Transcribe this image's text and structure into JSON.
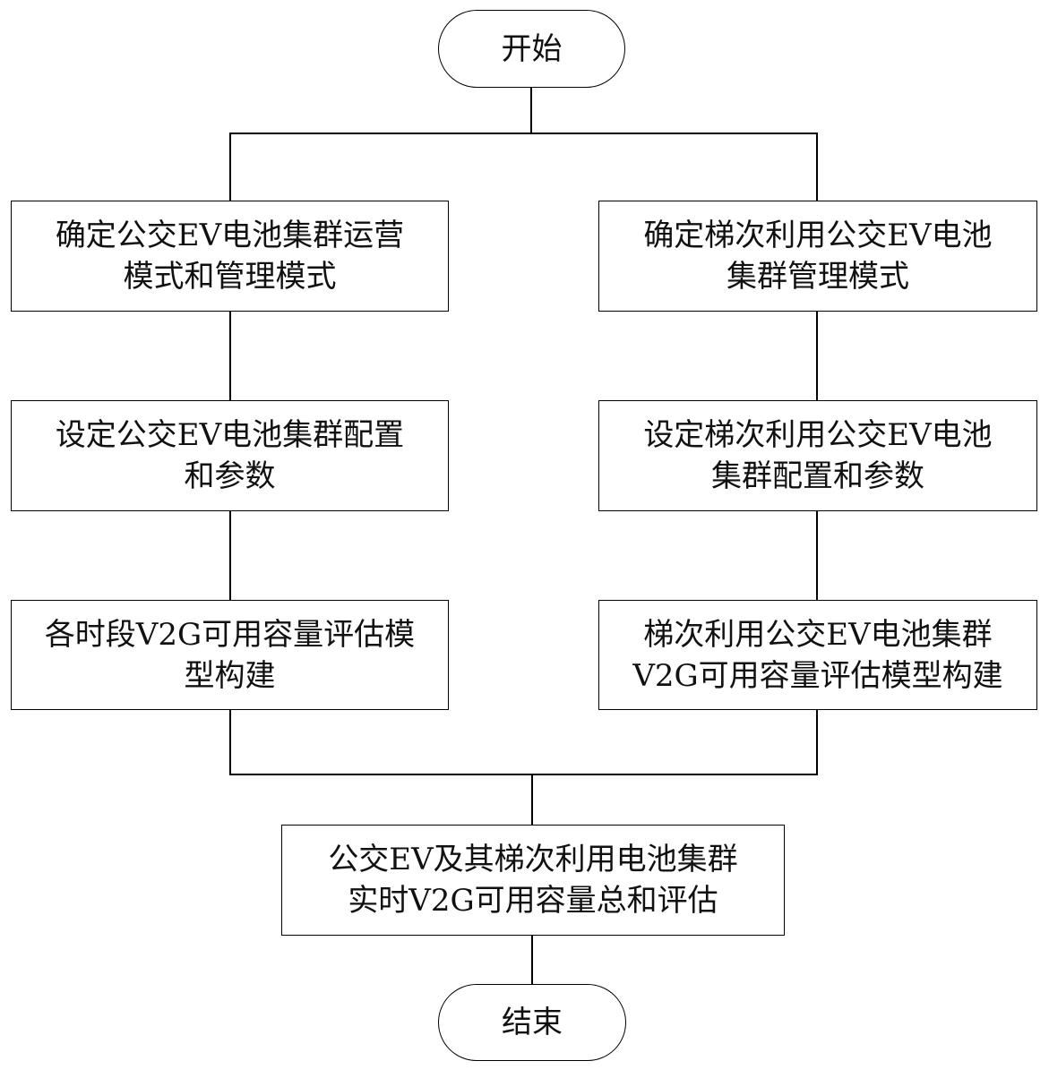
{
  "flowchart": {
    "start": "开始",
    "end": "结束",
    "left_branch": [
      {
        "line1": "确定公交EV电池集群运营",
        "line2": "模式和管理模式"
      },
      {
        "line1": "设定公交EV电池集群配置",
        "line2": "和参数"
      },
      {
        "line1": "各时段V2G可用容量评估模",
        "line2": "型构建"
      }
    ],
    "right_branch": [
      {
        "line1": "确定梯次利用公交EV电池",
        "line2": "集群管理模式"
      },
      {
        "line1": "设定梯次利用公交EV电池",
        "line2": "集群配置和参数"
      },
      {
        "line1": "梯次利用公交EV电池集群",
        "line2": "V2G可用容量评估模型构建"
      }
    ],
    "merge": {
      "line1": "公交EV及其梯次利用电池集群",
      "line2": "实时V2G可用容量总和评估"
    }
  }
}
